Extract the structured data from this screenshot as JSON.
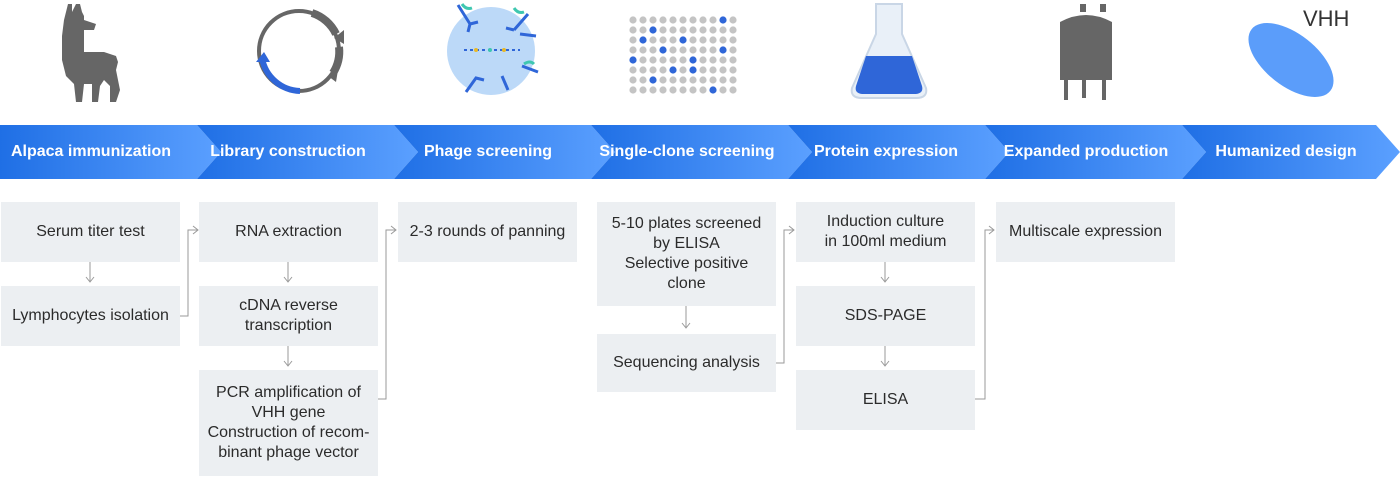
{
  "colors": {
    "banner_dark": "#1f6fe5",
    "banner_light": "#5ba0ff",
    "box_fill": "#eceff2",
    "icon_gray": "#666666",
    "accent_blue": "#2f66d8",
    "accent_teal": "#3fc7b0"
  },
  "icons": [
    "alpaca-icon",
    "plasmid-icon",
    "phage-icon",
    "plate-icon",
    "flask-icon",
    "bioreactor-icon",
    "vhh-icon"
  ],
  "vhh_label": "VHH",
  "stages": [
    {
      "label": "Alpaca immunization"
    },
    {
      "label": "Library construction"
    },
    {
      "label": "Phage screening"
    },
    {
      "label": "Single-clone screening"
    },
    {
      "label": "Protein expression"
    },
    {
      "label": "Expanded production"
    },
    {
      "label": "Humanized design"
    }
  ],
  "steps": {
    "alpaca": [
      {
        "lines": [
          "Serum titer test"
        ]
      },
      {
        "lines": [
          "Lymphocytes isolation"
        ]
      }
    ],
    "library": [
      {
        "lines": [
          "RNA extraction"
        ]
      },
      {
        "lines": [
          "cDNA reverse",
          "transcription"
        ]
      },
      {
        "lines": [
          "PCR amplification of",
          "VHH gene",
          "Construction of recom-",
          "binant phage vector"
        ]
      }
    ],
    "phage": [
      {
        "lines": [
          "2-3 rounds of panning"
        ]
      }
    ],
    "clone": [
      {
        "lines": [
          "5-10 plates screened",
          "by ELISA",
          "Selective positive",
          "clone"
        ]
      },
      {
        "lines": [
          "Sequencing analysis"
        ]
      }
    ],
    "protein": [
      {
        "lines": [
          "Induction culture",
          "in 100ml medium"
        ]
      },
      {
        "lines": [
          "SDS-PAGE"
        ]
      },
      {
        "lines": [
          "ELISA"
        ]
      }
    ],
    "production": [
      {
        "lines": [
          "Multiscale expression"
        ]
      }
    ]
  }
}
